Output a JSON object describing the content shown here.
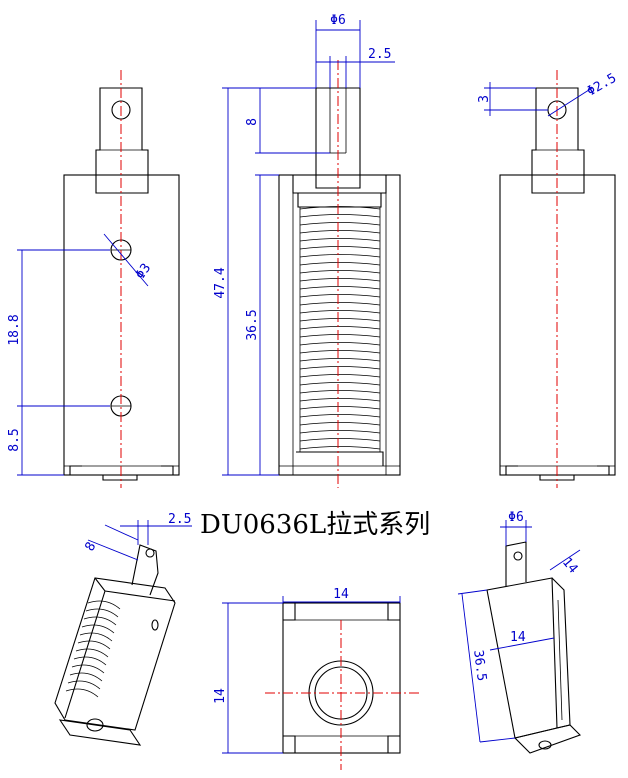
{
  "title": "DU0636L拉式系列",
  "dims": {
    "dia6_top": "Φ6",
    "w2_5_top": "2.5",
    "h8_front": "8",
    "h47_4": "47.4",
    "h36_5": "36.5",
    "h3_right": "3",
    "dia2_5_right": "Φ2.5",
    "dia3_left": "Φ3",
    "h18_8": "18.8",
    "h8_5": "8.5",
    "iso_8": "8",
    "iso_2_5": "2.5",
    "bottom_14_w": "14",
    "bottom_14_h": "14",
    "iso2_dia6": "Φ6",
    "iso2_14a": "14",
    "iso2_14b": "14",
    "iso2_36_5": "36.5"
  }
}
